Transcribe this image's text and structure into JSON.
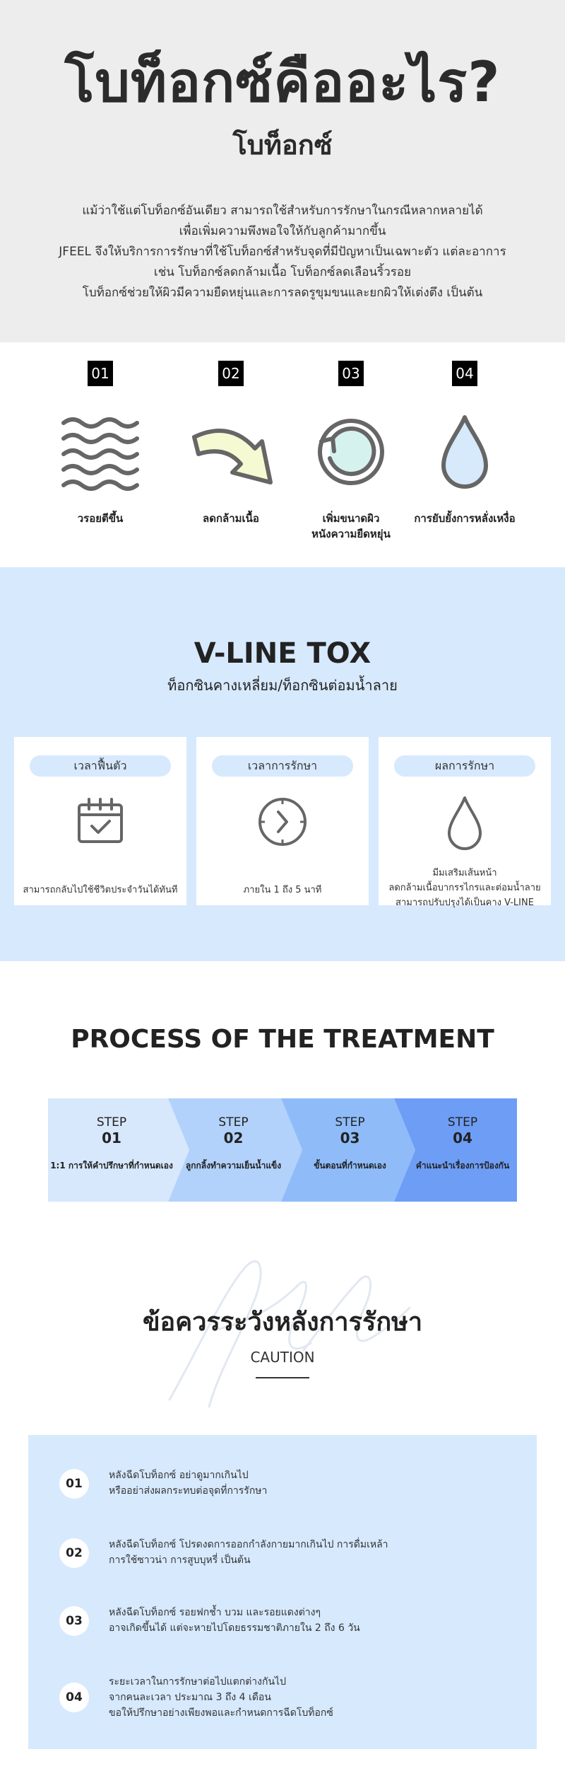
{
  "hero": {
    "title": "โบท็อกซ์คืออะไร?",
    "subtitle": "โบท็อกซ์",
    "paragraph": [
      "แม้ว่าใช้แต่โบท็อกซ์อันเดียว สามารถใช้สำหรับการรักษาในกรณีหลากหลายได้",
      "เพื่อเพิ่มความพึงพอใจให้กับลูกค้ามากขึ้น",
      "JFEEL จึงให้บริการการรักษาที่ใช้โบท็อกซ์สำหรับจุดที่มีปัญหาเป็นเฉพาะตัว แต่ละอาการ",
      "เช่น โบท็อกซ์ลดกล้ามเนื้อ โบท็อกซ์ลดเลือนริ้วรอย",
      "โบท็อกซ์ช่วยให้ผิวมีความยืดหยุ่นและการลดรูขุมขนและยกผิวให้เต่งตึง เป็นต้น"
    ]
  },
  "features": [
    {
      "num": "01",
      "label": "วรอยตีขึ้น",
      "icon": "wave-lines-icon"
    },
    {
      "num": "02",
      "label": "ลดกล้ามเนื้อ",
      "icon": "curved-arrow-icon"
    },
    {
      "num": "03",
      "label": "เพิ่มขนาดผิว",
      "label2": "หนังความยืดหยุ่น",
      "icon": "refresh-circle-icon"
    },
    {
      "num": "04",
      "label": "การยับยั้งการหลั่งเหงื่อ",
      "icon": "water-drop-icon"
    }
  ],
  "vline": {
    "title": "V-LINE TOX",
    "subtitle": "ท็อกซินคางเหลี่ยม/ท็อกซินต่อมน้ำลาย",
    "cards": [
      {
        "pill": "เวลาฟื้นตัว",
        "icon": "calendar-check-icon",
        "lines": [
          "สามารถกลับไปใช้ชีวิตประจำวันได้ทันที"
        ]
      },
      {
        "pill": "เวลาการรักษา",
        "icon": "clock-icon",
        "lines": [
          "ภายใน 1 ถึง 5 นาที"
        ]
      },
      {
        "pill": "ผลการรักษา",
        "icon": "drop-outline-icon",
        "lines": [
          "มีมเสริมเส้นหน้า",
          "ลดกล้ามเนื้อบากรรไกรและต่อมน้ำลาย",
          "สามารถปรับปรุงได้เป็นคาง V-LINE"
        ]
      }
    ]
  },
  "process": {
    "title": "PROCESS OF THE TREATMENT",
    "steps": [
      {
        "label": "STEP",
        "num": "01",
        "desc": "1:1 การให้คำปรึกษาที่กำหนดเอง"
      },
      {
        "label": "STEP",
        "num": "02",
        "desc": "ลูกกลิ้งทำความเย็นน้ำแข็ง"
      },
      {
        "label": "STEP",
        "num": "03",
        "desc": "ขั้นตอนที่กำหนดเอง"
      },
      {
        "label": "STEP",
        "num": "04",
        "desc": "คำแนะนำเรื่องการป้องกัน"
      }
    ],
    "colors": [
      "#d7e8fc",
      "#b2d2fb",
      "#8fbcf9",
      "#6e9df6"
    ]
  },
  "caution": {
    "title": "ข้อควรระวังหลังการรักษา",
    "subtitle": "CAUTION",
    "items": [
      {
        "num": "01",
        "lines": [
          "หลังฉีดโบท็อกซ์ อย่าดูมากเกินไป",
          "หรืออย่าส่งผลกระทบต่อจุดที่การรักษา"
        ]
      },
      {
        "num": "02",
        "lines": [
          "หลังฉีดโบท็อกซ์ โปรดงดการออกกำลังกายมากเกินไป การดื่มเหล้า",
          "การใช้ซาวน่า การสูบบุหรี่ เป็นต้น"
        ]
      },
      {
        "num": "03",
        "lines": [
          "หลังฉีดโบท็อกซ์ รอยฟกช้ำ บวม และรอยแดงต่างๆ",
          "อาจเกิดขึ้นได้ แต่จะหายไปโดยธรรมชาติภายใน 2 ถึง 6 วัน"
        ]
      },
      {
        "num": "04",
        "lines": [
          "ระยะเวลาในการรักษาต่อไปแตกต่างกันไป",
          "จากคนละเวลา ประมาณ 3 ถึง 4 เดือน",
          "ขอให้ปรึกษาอย่างเพียงพอและกำหนดการฉีดโบท็อกซ์"
        ]
      }
    ]
  },
  "colors": {
    "hero_bg": "#ededed",
    "accent_bg": "#d7e9fd"
  }
}
